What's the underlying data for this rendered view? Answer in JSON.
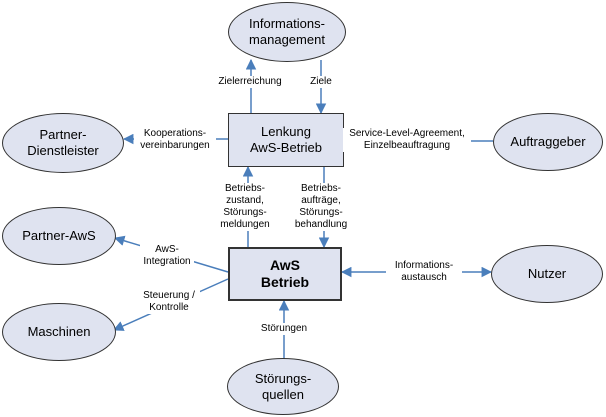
{
  "colors": {
    "node_fill": "#dfe3f0",
    "node_border": "#333333",
    "arrow": "#4a7ebb"
  },
  "nodes": {
    "informationsmanagement": "Informations-\nmanagement",
    "partner_dienstleister": "Partner-\nDienstleister",
    "lenkung": "Lenkung\nAwS-Betrieb",
    "auftraggeber": "Auftraggeber",
    "partner_aws": "Partner-AwS",
    "aws_betrieb": "AwS\nBetrieb",
    "nutzer": "Nutzer",
    "maschinen": "Maschinen",
    "stoerungsquellen": "Störungs-\nquellen"
  },
  "edge_labels": {
    "zielerreichung": "Zielerreichung",
    "ziele": "Ziele",
    "kooperationsvereinbarungen": "Kooperations-\nvereinbarungen",
    "sla": "Service-Level-Agreement,\nEinzelbeauftragung",
    "betriebszustand": "Betriebs-\nzustand,\nStörungs-\nmeldungen",
    "betriebsauftraege": "Betriebs-\naufträge,\nStörungs-\nbehandlung",
    "aws_integration": "AwS-\nIntegration",
    "steuerung": "Steuerung /\nKontrolle",
    "informationsaustausch": "Informations-\naustausch",
    "stoerungen": "Störungen"
  }
}
